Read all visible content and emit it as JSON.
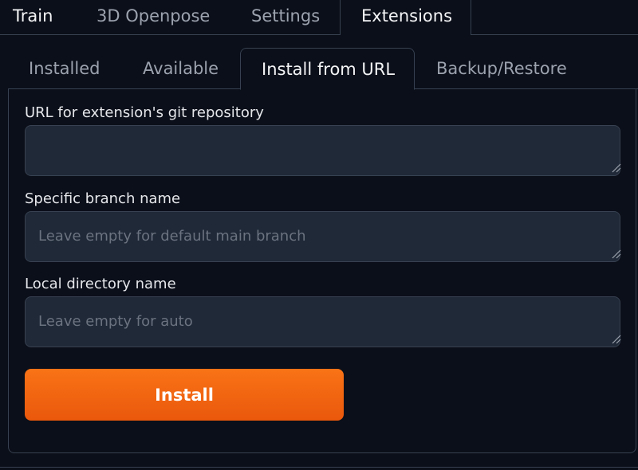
{
  "top_tabs": [
    {
      "label": "Train"
    },
    {
      "label": "3D Openpose"
    },
    {
      "label": "Settings"
    },
    {
      "label": "Extensions",
      "selected": true
    }
  ],
  "sub_tabs": [
    {
      "label": "Installed"
    },
    {
      "label": "Available"
    },
    {
      "label": "Install from URL",
      "selected": true
    },
    {
      "label": "Backup/Restore"
    }
  ],
  "form": {
    "url_label": "URL for extension's git repository",
    "url_value": "",
    "branch_label": "Specific branch name",
    "branch_placeholder": "Leave empty for default main branch",
    "dir_label": "Local directory name",
    "dir_placeholder": "Leave empty for auto",
    "install_label": "Install"
  },
  "colors": {
    "background": "#0b0f19",
    "input_bg": "#1f2937",
    "border": "#374151",
    "accent": "#f97316"
  }
}
